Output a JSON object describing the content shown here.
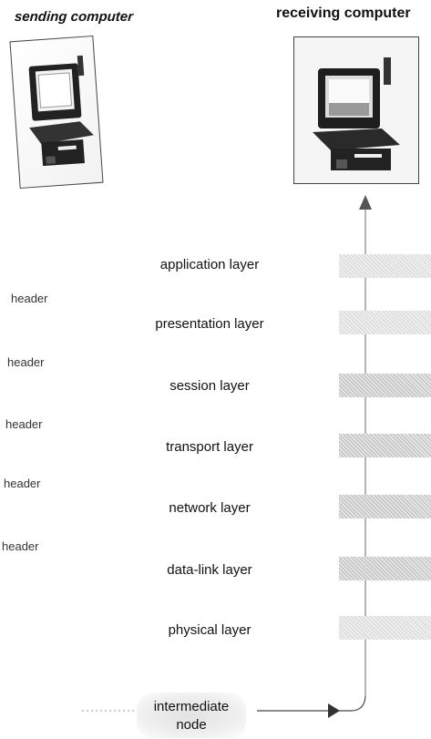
{
  "titles": {
    "sending": "sending computer",
    "receiving": "receiving computer"
  },
  "layers": [
    {
      "label": "application layer",
      "header": ""
    },
    {
      "label": "presentation layer",
      "header": "header"
    },
    {
      "label": "session layer",
      "header": "header"
    },
    {
      "label": "transport layer",
      "header": "header"
    },
    {
      "label": "network layer",
      "header": "header"
    },
    {
      "label": "data-link layer",
      "header": "header"
    },
    {
      "label": "physical layer",
      "header": ""
    }
  ],
  "node": {
    "line1": "intermediate",
    "line2": "node"
  },
  "icons": {
    "computer": "computer-icon",
    "arrow_up": "arrow-up-icon",
    "arrow_right": "arrow-right-icon"
  },
  "colors": {
    "bar_light": "#e8e8e8",
    "bar_dark": "#cfcfcf",
    "node": "#dcdcdc"
  }
}
